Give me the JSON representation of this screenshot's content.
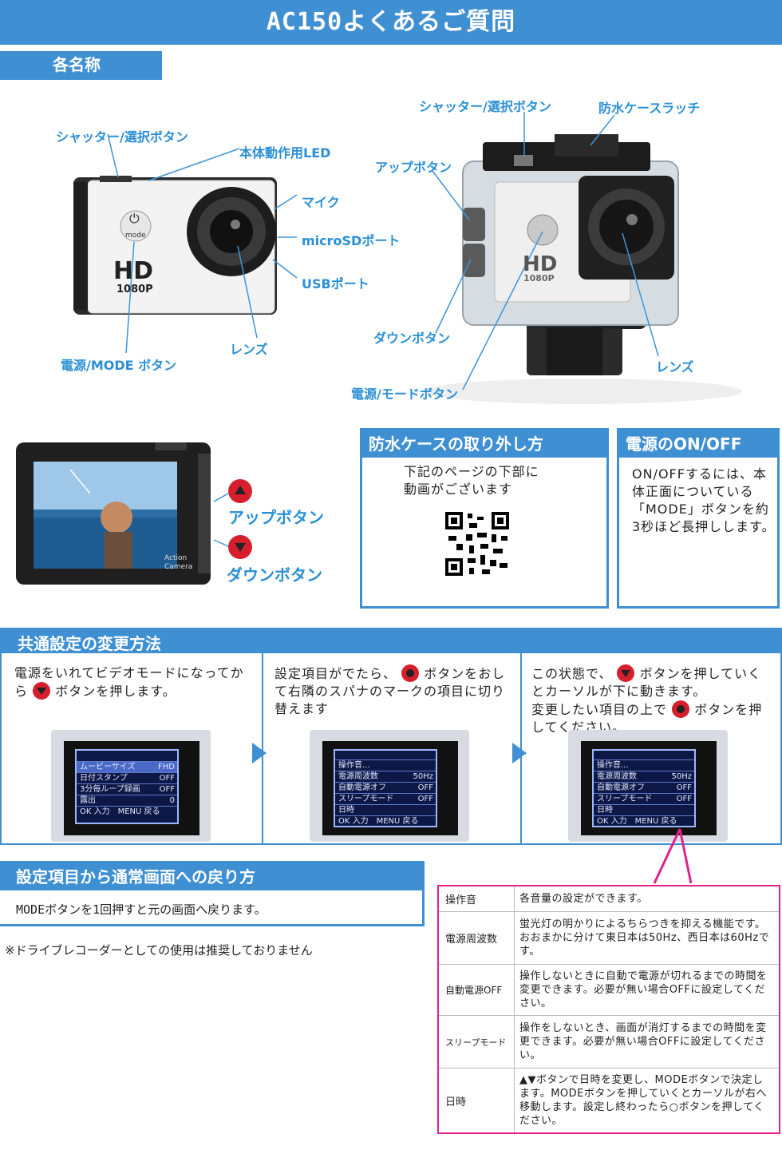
{
  "header": {
    "title": "AC150よくあるご質問"
  },
  "sections": {
    "names": "各名称",
    "common_settings": "共通設定の変更方法",
    "return_normal": "設定項目から通常画面への戻り方"
  },
  "camera_front": {
    "labels": {
      "shutter": "シャッター/選択ボタン",
      "led": "本体動作用LED",
      "mic": "マイク",
      "microsd": "microSDポート",
      "usb": "USBポート",
      "lens": "レンズ",
      "power": "電源/MODE ボタン"
    },
    "printed": {
      "hd": "HD",
      "res": "1080P",
      "mode": "mode"
    }
  },
  "camera_case": {
    "labels": {
      "shutter": "シャッター/選択ボタン",
      "latch": "防水ケースラッチ",
      "up": "アップボタン",
      "down": "ダウンボタン",
      "power": "電源/モードボタン",
      "lens": "レンズ"
    },
    "printed": {
      "hd": "HD",
      "res": "1080P"
    }
  },
  "camera_back": {
    "printed": {
      "line1": "Action",
      "line2": "Camera"
    },
    "up_label": "アップボタン",
    "down_label": "ダウンボタン"
  },
  "waterproof": {
    "title": "防水ケースの取り外し方",
    "text1": "下記のページの下部に",
    "text2": "動画がございます"
  },
  "power_onoff": {
    "title": "電源のON/OFF",
    "text": "ON/OFFするには、本体正面についている「MODE」ボタンを約3秒ほど長押しします。"
  },
  "steps": [
    {
      "text_a": "電源をいれてビデオモードになってから",
      "text_b": "ボタンを押します。",
      "menu": [
        "ムービーサイズ",
        "日付スタンプ",
        "3分毎ループ録画",
        "露出"
      ],
      "menu_values": [
        "FHD",
        "OFF",
        "OFF",
        "0"
      ],
      "footer_ok": "入力",
      "footer_menu": "戻る"
    },
    {
      "text_a": "設定項目がでたら、",
      "text_b": "ボタンをおして右隣のスパナのマークの項目に切り替えます",
      "menu": [
        "操作音...",
        "電源周波数",
        "自動電源オフ",
        "スリープモード",
        "日時"
      ],
      "menu_values": [
        "",
        "50Hz",
        "OFF",
        "OFF",
        ""
      ],
      "footer_ok": "入力",
      "footer_menu": "戻る"
    },
    {
      "text_a": "この状態で、",
      "text_b": "ボタンを押していくとカーソルが下に動きます。",
      "text_c": "変更したい項目の上で",
      "text_d": "ボタンを押してください。",
      "menu": [
        "操作音...",
        "電源周波数",
        "自動電源オフ",
        "スリープモード",
        "日時"
      ],
      "menu_values": [
        "",
        "50Hz",
        "OFF",
        "OFF",
        ""
      ],
      "footer_ok": "入力",
      "footer_menu": "戻る"
    }
  ],
  "return_text": "MODEボタンを1回押すと元の画面へ戻ります。",
  "note": "※ドライブレコーダーとしての使用は推奨しておりません",
  "settings_table": [
    {
      "key": "操作音",
      "value": "各音量の設定ができます。"
    },
    {
      "key": "電源周波数",
      "value": "蛍光灯の明かりによるちらつきを抑える機能です。おおまかに分けて東日本は50Hz、西日本は60Hzです。"
    },
    {
      "key": "自動電源OFF",
      "value": "操作しないときに自動で電源が切れるまでの時間を変更できます。必要が無い場合OFFに設定してください。"
    },
    {
      "key": "スリープモード",
      "value": "操作をしないとき、画面が消灯するまでの時間を変更できます。必要が無い場合OFFに設定してください。"
    },
    {
      "key": "日時",
      "value": "▲▼ボタンで日時を変更し、MODEボタンで決定します。MODEボタンを押していくとカーソルが右へ移動します。設定し終わったら○ボタンを押してください。"
    }
  ],
  "colors": {
    "accent": "#3f8fd3",
    "label": "#2a8fd6",
    "callout": "#e0218a",
    "button_red": "#d61e2c"
  }
}
